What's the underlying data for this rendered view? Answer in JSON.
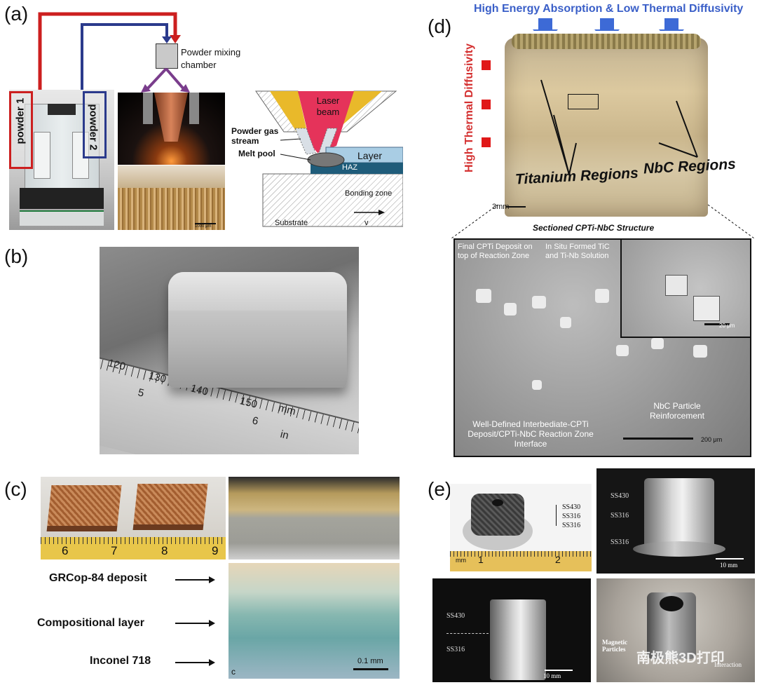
{
  "panels": {
    "a": {
      "letter": "(a)",
      "mixing_chamber": "Powder mixing chamber",
      "powder1": "powder 1",
      "powder2": "powder 2",
      "laser_beam": "Laser beam",
      "powder_gas_stream": "Powder gas stream",
      "melt_pool": "Melt pool",
      "layer": "Layer",
      "haz": "HAZ",
      "bonding_zone": "Bonding zone",
      "substrate": "Substrate",
      "v": "v",
      "micro_scale": "1000 μm"
    },
    "b": {
      "letter": "(b)",
      "ruler_numbers": [
        "120",
        "130",
        "140",
        "150"
      ],
      "ruler_inch": [
        "5",
        "6"
      ],
      "mm": "mm",
      "in": "in"
    },
    "c": {
      "letter": "(c)",
      "ruler_numbers": [
        "6",
        "7",
        "8",
        "9"
      ],
      "label_top": "GRCop-84 deposit",
      "label_mid": "Compositional layer",
      "label_bot": "Inconel 718",
      "scale": "0.1 mm",
      "corner": "c"
    },
    "d": {
      "letter": "(d)",
      "top_caption": "High Energy Absorption & Low Thermal Diffusivity",
      "side_caption": "High Thermal Diffusivity",
      "titanium": "Titanium Regions",
      "nbc": "NbC Regions",
      "scale_3mm": "3mm",
      "sectioned": "Sectioned CPTi-NbC Structure",
      "final_deposit": "Final CPTi Deposit on top of Reaction Zone",
      "in_situ": "In Situ Formed TiC and Ti-Nb Solution",
      "nbc_particle": "NbC Particle Reinforcement",
      "interface": "Well-Defined Interbediate-CPTi Deposit/CPTi-NbC Reaction Zone Interface",
      "scale_200": "200 μm",
      "scale_inset": "20 μm"
    },
    "e": {
      "letter": "(e)",
      "stack1": [
        "SS430",
        "SS316",
        "SS316"
      ],
      "ruler": [
        "1",
        "2"
      ],
      "ruler_unit": "mm",
      "p2_labels": [
        "SS430",
        "SS316",
        "SS316"
      ],
      "p2_scale": "10 mm",
      "p3_labels": [
        "SS430",
        "SS316"
      ],
      "p3_scale": "10 mm",
      "magnetic": "Magnetic Particles",
      "interaction": "Interaction",
      "watermark": "南极熊3D打印"
    }
  }
}
